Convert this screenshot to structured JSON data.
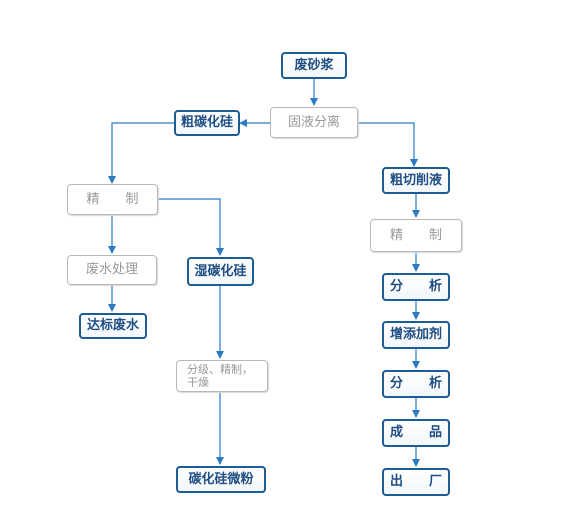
{
  "diagram": {
    "colors": {
      "edge": "#2a7ac4",
      "primary_border": "#1e5c94",
      "primary_text": "#1e4e84",
      "secondary_border": "#b8b8b8",
      "secondary_text": "#999999"
    },
    "nodes": {
      "waste_slurry": "废砂浆",
      "solid_liquid_separation": "固液分离",
      "crude_sic": "粗碳化硅",
      "crude_cutting_fluid": "粗切削液",
      "refine_left": "精　　制",
      "wastewater_treatment": "废水处理",
      "compliant_wastewater": "达标废水",
      "wet_sic": "湿碳化硅",
      "classify_refine_dry": "分级、精制，干燥",
      "sic_micropowder": "碳化硅微粉",
      "refine_right": "精　　制",
      "analysis_1": "分　　析",
      "additive": "增添加剂",
      "analysis_2": "分　　析",
      "finished_product": "成　　品",
      "shipment": "出　　厂"
    }
  }
}
